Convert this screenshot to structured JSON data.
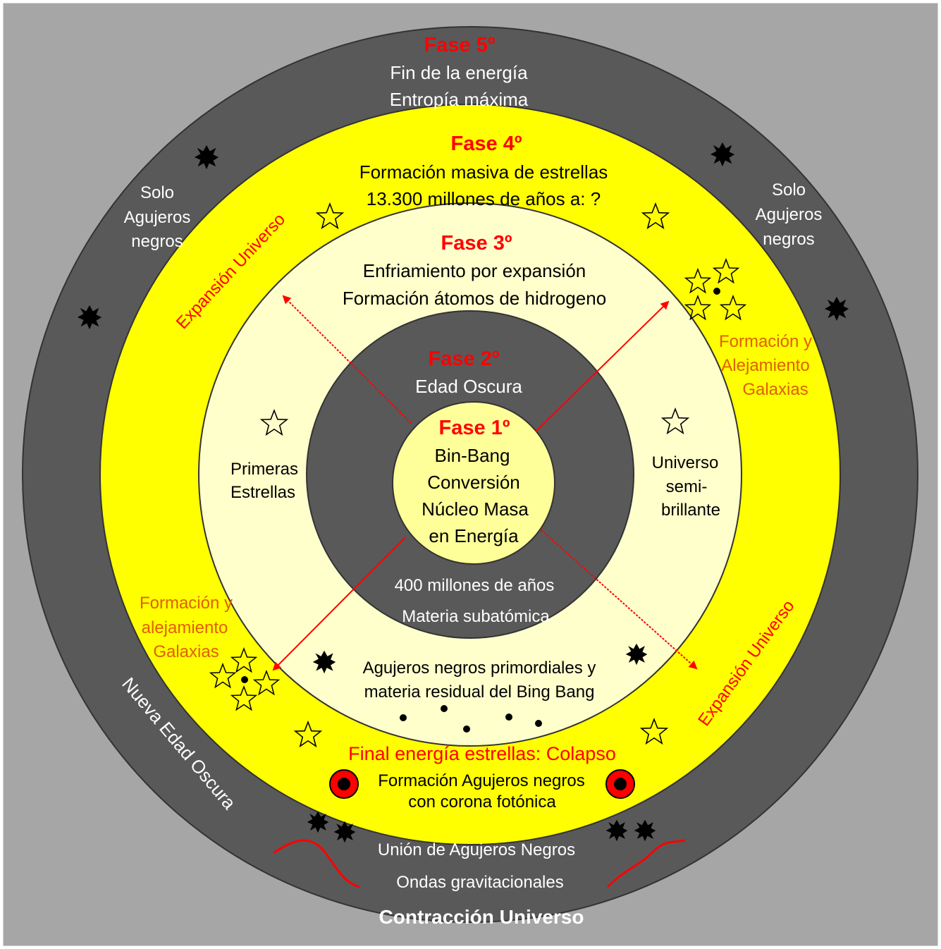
{
  "colors": {
    "background": "#a6a6a6",
    "outer_ring": "#595959",
    "yellow_ring": "#ffff00",
    "cream_ring": "#ffffcc",
    "dark_ring": "#595959",
    "core": "#ffff99",
    "phase_title": "#ff0000",
    "galaxy_text": "#e06000"
  },
  "phase5": {
    "title": "Fase 5º",
    "line1": "Fin de la energía",
    "line2": "Entropía máxima"
  },
  "phase4": {
    "title": "Fase 4º",
    "line1": "Formación masiva de estrellas",
    "line2": "13.300 millones de años a: ?"
  },
  "phase3": {
    "title": "Fase 3º",
    "line1": "Enfriamiento por expansión",
    "line2": "Formación átomos de  hidrogeno"
  },
  "phase2": {
    "title": "Fase 2º",
    "line1": "Edad Oscura"
  },
  "phase1": {
    "title": "Fase 1º",
    "lines": [
      "Bin-Bang",
      "Conversión",
      "Núcleo Masa",
      "en Energía"
    ]
  },
  "core_bottom": {
    "line1": "400 millones de años",
    "line2": "Materia subatómica"
  },
  "left_black_holes": [
    "Solo",
    "Agujeros",
    "negros"
  ],
  "right_black_holes": [
    "Solo",
    "Agujeros",
    "negros"
  ],
  "expansion_left": "Expansión Universo",
  "expansion_right": "Expansión Universo",
  "galaxies_right": [
    "Formación y",
    "Alejamiento",
    "Galaxias"
  ],
  "galaxies_left": [
    "Formación y",
    "alejamiento",
    "Galaxias"
  ],
  "first_stars": [
    "Primeras",
    "Estrellas"
  ],
  "semi_bright": [
    "Universo",
    "semi-",
    "brillante"
  ],
  "primordial": {
    "line1": "Agujeros negros primordiales y",
    "line2": "materia residual del Bing Bang"
  },
  "collapse": {
    "title": "Final energía estrellas: Colapso",
    "line1": "Formación Agujeros negros",
    "line2": "con corona fotónica"
  },
  "union": {
    "line1": "Unión de Agujeros Negros",
    "line2": "Ondas gravitacionales"
  },
  "new_dark_age": "Nueva Edad Oscura",
  "contraction": "Contracción Universo"
}
